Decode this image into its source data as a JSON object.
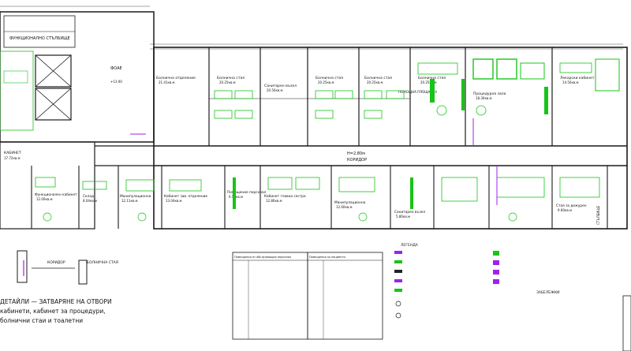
{
  "plan": {
    "stair_label": "ФУНКЦИОНАЛНО СТЪЛБИЩЕ",
    "foyer_label": "ФОАЕ",
    "corridor_label": "КОРИДОР",
    "corridor_area": "Н=2.80м",
    "corridor_sign_top": "ПОМОЩНА ПЛОЩАДКА",
    "level_mark": "+13.00",
    "top_rooms": [
      {
        "name": "Болнична стая",
        "area": "20.25кв.м"
      },
      {
        "name": "Болнична стая",
        "area": "20.25кв.м"
      },
      {
        "name": "Болнична стая",
        "area": "20.25кв.м"
      },
      {
        "name": "Болнична стая",
        "area": "20.25кв.м"
      },
      {
        "name": "Лекарски кабинет",
        "area": "14.50кв.м"
      },
      {
        "name": "Процедурна зала",
        "area": "18.30кв.м"
      }
    ],
    "middle_rooms": [
      {
        "name": "Болнично отделение",
        "area": "21.41кв.м"
      },
      {
        "name": "Санитарен възел",
        "area": "20.50кв.м"
      }
    ],
    "bottom_rooms": [
      {
        "name": "Функционален кабинет",
        "area": "12.00кв.м"
      },
      {
        "name": "Склад",
        "area": "8.04кв.м"
      },
      {
        "name": "Манипулационна",
        "area": "12.11кв.м"
      },
      {
        "name": "Кабинет зав. отделение",
        "area": "13.04кв.м"
      },
      {
        "name": "Помещение персонал",
        "area": "6.55кв.м"
      },
      {
        "name": "Кабинет главна сестра",
        "area": "12.80кв.м"
      },
      {
        "name": "Манипулационна",
        "area": "12.60кв.м"
      },
      {
        "name": "Санитарен възел",
        "area": "5.80кв.м"
      },
      {
        "name": "Стая за дежурен",
        "area": "9.60кв.м"
      }
    ],
    "left_room": {
      "name": "КАБИНЕТ",
      "area": "17.72кв.м"
    },
    "stair_right": "СТЪЛБИЩЕ"
  },
  "notes": {
    "detail_title": "ДЕТАЙЛИ — ЗАТВАРЯНЕ НА ОТВОРИ",
    "detail_line2": "кабинети, кабинет за процедури,",
    "detail_line3": "болнични стаи и тоалетни",
    "corridor_small": "КОРИДОР",
    "room_small": "БОЛНИЧНА СТАЯ",
    "legend_title": "ЛЕГЕНДА",
    "table1_title": "Помещения от обслужващия персонал",
    "table2_title": "Помещения за пациенти",
    "remarks_title": "ЗАБЕЛЕЖКИ"
  }
}
